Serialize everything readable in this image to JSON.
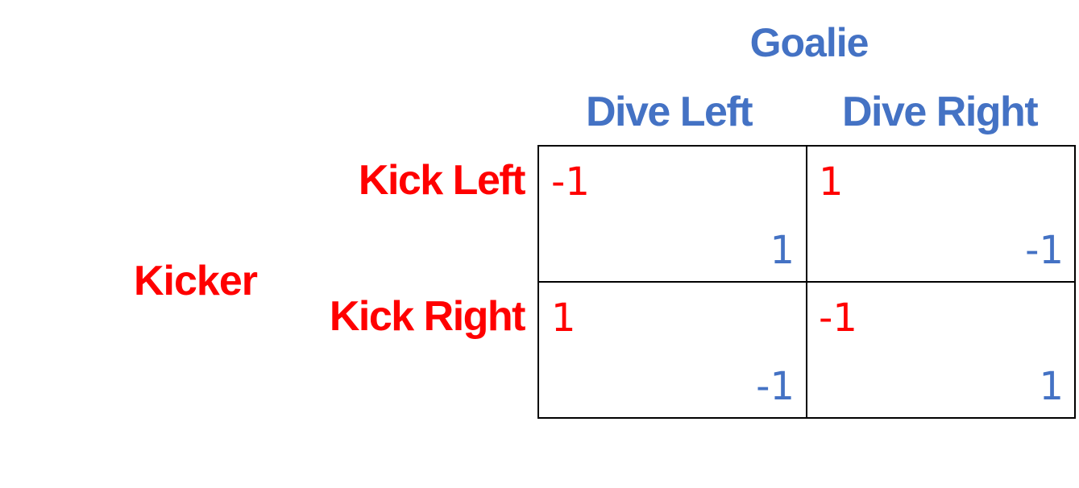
{
  "colors": {
    "kicker": "#ff0000",
    "goalie": "#4472c4",
    "grid": "#000000"
  },
  "goalie": {
    "label": "Goalie",
    "strategies": [
      "Dive Left",
      "Dive Right"
    ]
  },
  "kicker": {
    "label": "Kicker",
    "strategies": [
      "Kick Left",
      "Kick Right"
    ]
  },
  "payoffs": [
    [
      {
        "kicker": "-1",
        "goalie": "1"
      },
      {
        "kicker": "1",
        "goalie": "-1"
      }
    ],
    [
      {
        "kicker": "1",
        "goalie": "-1"
      },
      {
        "kicker": "-1",
        "goalie": "1"
      }
    ]
  ]
}
